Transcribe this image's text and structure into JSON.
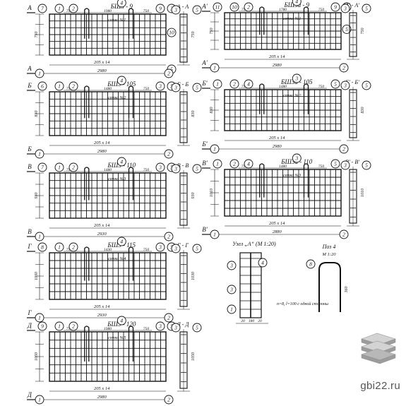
{
  "drawing": {
    "panels": [
      {
        "title": "БШЗ - 9",
        "mesh_label": "сетка №1",
        "section_mark": "А",
        "section_title": "А - А",
        "dim_top": "1980",
        "dim_side_l": "750",
        "dim_side_r": "750",
        "dim_inner": "205 х 14",
        "dim_total": "2980",
        "height": "750",
        "callouts": [
          "7",
          "1",
          "2",
          "4",
          "9",
          "3",
          "10",
          "5"
        ]
      },
      {
        "title": "БШЗ - 105",
        "mesh_label": "сетка №2",
        "section_mark": "Б",
        "section_title": "Б - Б",
        "dim_top": "1480",
        "dim_side_l": "750",
        "dim_side_r": "750",
        "dim_inner": "205 х 14",
        "dim_total": "2980",
        "height": "830",
        "callouts": [
          "6",
          "1",
          "2",
          "4",
          "3",
          "5"
        ]
      },
      {
        "title": "БШЗ - 110",
        "mesh_label": "сетка №3",
        "section_mark": "В",
        "section_title": "В - В",
        "dim_top": "1480",
        "dim_side_l": "750",
        "dim_side_r": "750",
        "dim_inner": "205 х 14",
        "dim_total": "2930",
        "height": "930",
        "callouts": [
          "7",
          "1",
          "2",
          "4",
          "3",
          "5"
        ]
      },
      {
        "title": "БШЗ - 115",
        "mesh_label": "сетка №4",
        "section_mark": "Г",
        "section_title": "Г - Г",
        "dim_top": "1430",
        "dim_side_l": "750",
        "dim_side_r": "750",
        "dim_inner": "205 х 14",
        "dim_total": "2930",
        "height": "1030",
        "callouts": [
          "8",
          "1",
          "2",
          "4",
          "3",
          "5"
        ]
      },
      {
        "title": "БШЗ - 120",
        "mesh_label": "сетка №5",
        "section_mark": "Д",
        "section_title": "Д - Д",
        "dim_top": "1980",
        "dim_side_l": "750",
        "dim_side_r": "750",
        "dim_inner": "205 х 14",
        "dim_total": "2980",
        "height": "1050",
        "callouts": [
          "9",
          "1",
          "2",
          "4",
          "3",
          "5"
        ]
      },
      {
        "title": "БШЗа - 9",
        "mesh_label": "сетка №1",
        "section_mark": "А'",
        "section_title": "А' - А'",
        "dim_top": "1780",
        "dim_side_l": "750",
        "dim_side_r": "750",
        "dim_inner": "205 х 14",
        "dim_total": "2980",
        "height": "750",
        "callouts": [
          "11",
          "10",
          "2",
          "4",
          "9",
          "3",
          "5"
        ]
      },
      {
        "title": "БШЗа - 105",
        "mesh_label": "сетка №2",
        "section_mark": "Б'",
        "section_title": "Б' - Б'",
        "dim_top": "1480",
        "dim_side_l": "750",
        "dim_side_r": "750",
        "dim_inner": "205 х 14",
        "dim_total": "2980",
        "height": "830",
        "callouts": [
          "1",
          "2",
          "4",
          "3",
          "5"
        ]
      },
      {
        "title": "БШЗа - 110",
        "mesh_label": "сетка №3",
        "section_mark": "В'",
        "section_title": "В' - В'",
        "dim_top": "1480",
        "dim_side_l": "750",
        "dim_side_r": "750",
        "dim_inner": "205 х 14",
        "dim_total": "2880",
        "height": "1010",
        "callouts": [
          "1",
          "2",
          "4",
          "3",
          "5"
        ]
      }
    ],
    "node": {
      "title": "Узел „А“ (М 1:20)",
      "note": "n=8, l=100 с одной стороны",
      "dims": [
        "20",
        "180",
        "20"
      ],
      "callouts": [
        "3",
        "4",
        "1"
      ]
    },
    "pos4": {
      "title": "Поз 4",
      "scale": "М 1:20",
      "dim": "360",
      "callout": "8"
    }
  },
  "site": {
    "logo_text": "gbi22.ru",
    "logo_icon": "stack-icon"
  }
}
